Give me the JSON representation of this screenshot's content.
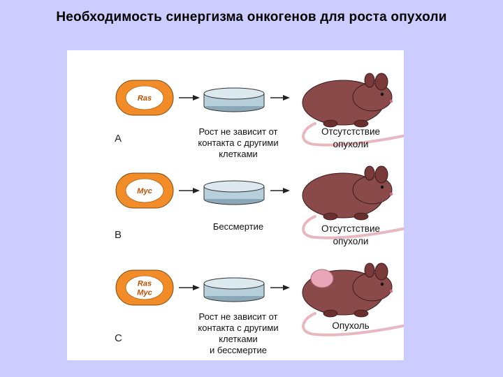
{
  "title": "Необходимость синергизма онкогенов для роста опухоли",
  "rows": [
    {
      "label": "A",
      "cell_genes": [
        "Ras"
      ],
      "effect": [
        "Рост не зависит от",
        "контакта с другими",
        "клетками"
      ],
      "outcome": [
        "Отсутстствие",
        "опухоли"
      ],
      "tumor": false
    },
    {
      "label": "B",
      "cell_genes": [
        "Myc"
      ],
      "effect": [
        "Бессмертие"
      ],
      "outcome": [
        "Отсутстствие",
        "опухоли"
      ],
      "tumor": false
    },
    {
      "label": "C",
      "cell_genes": [
        "Ras",
        "Myc"
      ],
      "effect": [
        "Рост не зависит от",
        "контакта с другими",
        "клетками",
        "и бессмертие"
      ],
      "outcome": [
        "Опухоль"
      ],
      "tumor": true
    }
  ],
  "colors": {
    "background": "#ccccff",
    "cell_fill": "#f28c28",
    "mouse_fill": "#8b4a4a",
    "tumor_fill": "#e8a6b8"
  }
}
